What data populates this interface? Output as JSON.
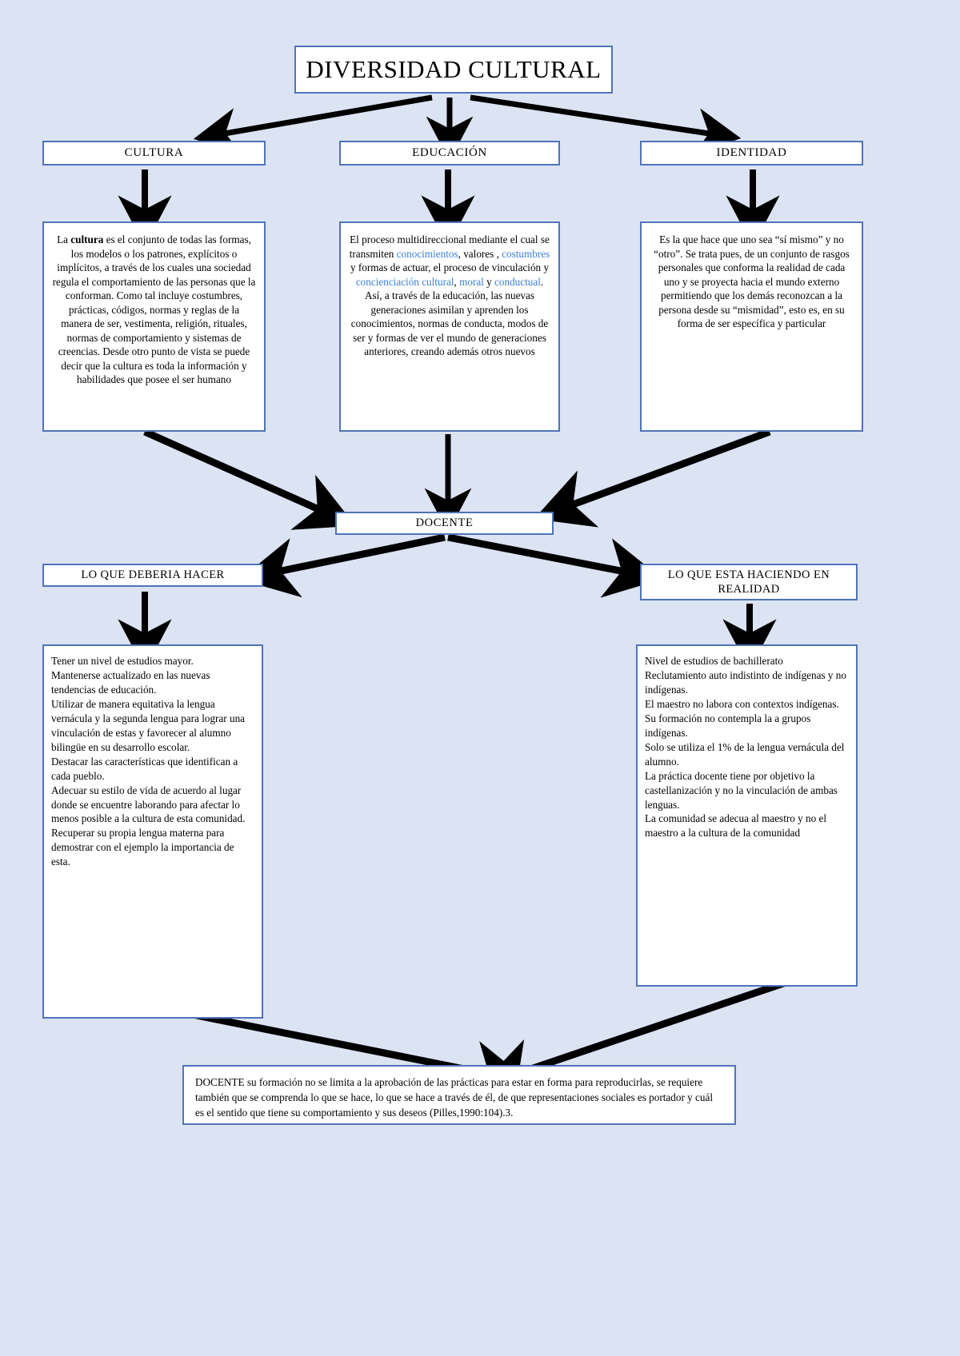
{
  "colors": {
    "page_background": "#dce3f2",
    "box_border": "#4f74b8",
    "box_fill": "#ffffff",
    "link_text": "#3a7fd5",
    "arrow": "#000000"
  },
  "title": {
    "text": "DIVERSIDAD CULTURAL"
  },
  "categories": [
    {
      "label": "CULTURA"
    },
    {
      "label": "EDUCACIÓN"
    },
    {
      "label": "IDENTIDAD"
    }
  ],
  "descriptions": {
    "cultura": {
      "lead": "La ",
      "bold_term": "cultura",
      "body": " es el conjunto de todas las formas, los modelos o los patrones, explícitos o implícitos, a través de los cuales una sociedad regula el comportamiento de las personas que la conforman. Como tal incluye costumbres, prácticas, códigos, normas y reglas de la manera de ser, vestimenta, religión, rituales, normas de comportamiento y sistemas de creencias. Desde otro punto de vista se puede decir que la cultura es toda la información y habilidades que posee el ser humano"
    },
    "educacion": {
      "part1": "El proceso multidireccional mediante el cual se transmiten ",
      "link1": "conocimientos",
      "part2": ", valores , ",
      "link2": "costumbres",
      "part3": " y formas de actuar, el proceso de vinculación y ",
      "link3": "concienciación",
      "part4": " ",
      "link4": "cultural",
      "part5": ", ",
      "link5": "moral",
      "part6": " y ",
      "link6": "conductual",
      "part7": ". Así, a través de la educación, las nuevas generaciones asimilan y aprenden los conocimientos, normas de conducta, modos de ser y formas de ver el mundo de generaciones anteriores, creando además otros nuevos"
    },
    "identidad": {
      "body": "Es la que hace que uno sea “sí mismo” y no “otro”. Se trata pues, de un conjunto de rasgos personales que conforma la realidad de cada uno y se proyecta hacia el mundo externo permitiendo que los demás reconozcan a la persona desde su “mismidad”, esto es, en su forma de ser específica y particular"
    }
  },
  "docente": {
    "label": "DOCENTE"
  },
  "branches": {
    "left_label": "LO QUE DEBERIA HACER",
    "right_label": "LO QUE ESTA HACIENDO EN REALIDAD"
  },
  "should_do": [
    "Tener un nivel de estudios mayor.",
    "Mantenerse actualizado en las nuevas tendencias de educación.",
    "Utilizar de manera equitativa la lengua vernácula y la segunda lengua para lograr una vinculación de estas y favorecer al alumno bilingüe en su desarrollo escolar.",
    "Destacar las características que identifican a cada pueblo.",
    "Adecuar su estilo de vida de acuerdo al lugar donde se encuentre laborando para afectar lo menos posible a la cultura de esta comunidad.",
    "Recuperar su propia lengua materna para demostrar con el ejemplo la importancia de esta."
  ],
  "actually_doing": [
    "Nivel de estudios de bachillerato",
    "Reclutamiento auto indistinto de indígenas y no indígenas.",
    "El maestro no labora con contextos indígenas.",
    "Su formación no contempla la a grupos indígenas.",
    "Solo se utiliza el 1% de la lengua vernácula del alumno.",
    "La práctica docente tiene por objetivo la castellanización y no la vinculación de ambas lenguas.",
    "La comunidad se adecua al maestro y no el maestro a la cultura de la comunidad"
  ],
  "conclusion": {
    "text": "DOCENTE su formación no se limita a la aprobación de las prácticas para estar en forma para reproducirlas, se requiere también que se comprenda lo que se hace, lo que se hace a través de él, de que representaciones sociales es portador y cuál es el sentido que tiene su comportamiento y sus deseos (Pilles,1990:104).3."
  }
}
